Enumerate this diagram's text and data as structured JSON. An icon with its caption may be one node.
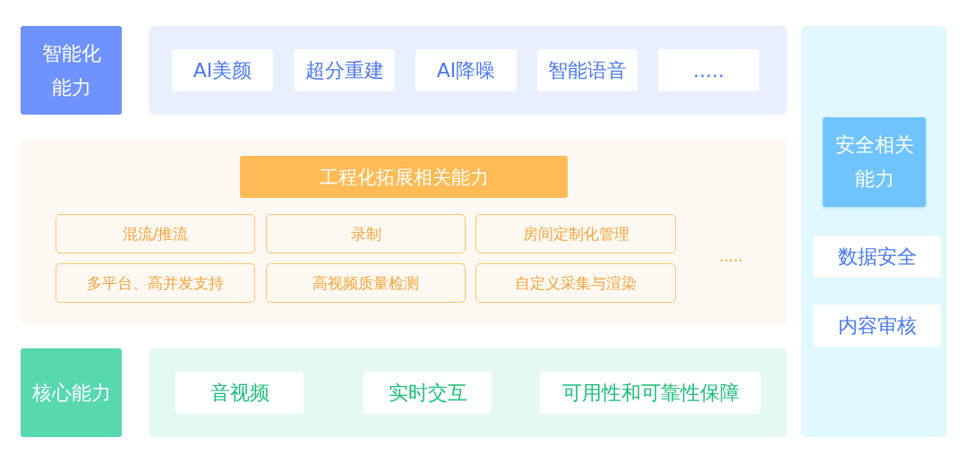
{
  "diagram": {
    "nodes": [
      {
        "text": [
          "智能化能力"
        ]
      },
      {
        "text": [],
        "shape": "box"
      },
      {
        "text": [
          "AI美颜"
        ],
        "in": 1
      },
      {
        "text": [
          "超分重建"
        ],
        "in": 1
      },
      {
        "text": [
          "AI降噪"
        ],
        "in": 1
      },
      {
        "text": [
          "智能语音"
        ],
        "in": 1
      },
      {
        "text": [
          "....."
        ],
        "in": 1
      },
      {
        "text": [],
        "shape": "box"
      },
      {
        "text": [
          "工程化拓展相关能力"
        ],
        "in": 7
      },
      {
        "text": [
          "混流/推流"
        ],
        "in": 7
      },
      {
        "text": [
          "录制"
        ],
        "in": 7
      },
      {
        "text": [
          "房间定制化管理"
        ],
        "in": 7
      },
      {
        "text": [
          "多平台、高并发支持"
        ],
        "in": 7
      },
      {
        "text": [
          "高视频质量检测"
        ],
        "in": 7
      },
      {
        "text": [
          "自定义采集与渲染"
        ],
        "in": 7
      },
      {
        "text": [
          "核心能力"
        ]
      },
      {
        "text": [],
        "shape": "box"
      },
      {
        "text": [
          "音视频"
        ],
        "in": 16
      },
      {
        "text": [
          "实时交互"
        ],
        "in": 16
      },
      {
        "text": [
          "可用性和可靠性保障"
        ],
        "in": 16
      },
      {
        "text": [],
        "shape": "box"
      },
      {
        "text": [
          "安全相关能力"
        ],
        "in": 20
      },
      {
        "text": [
          "数据安全"
        ],
        "in": 20
      },
      {
        "text": [
          "内容审核"
        ],
        "in": 20
      }
    ],
    "labels": [
      "....."
    ]
  }
}
